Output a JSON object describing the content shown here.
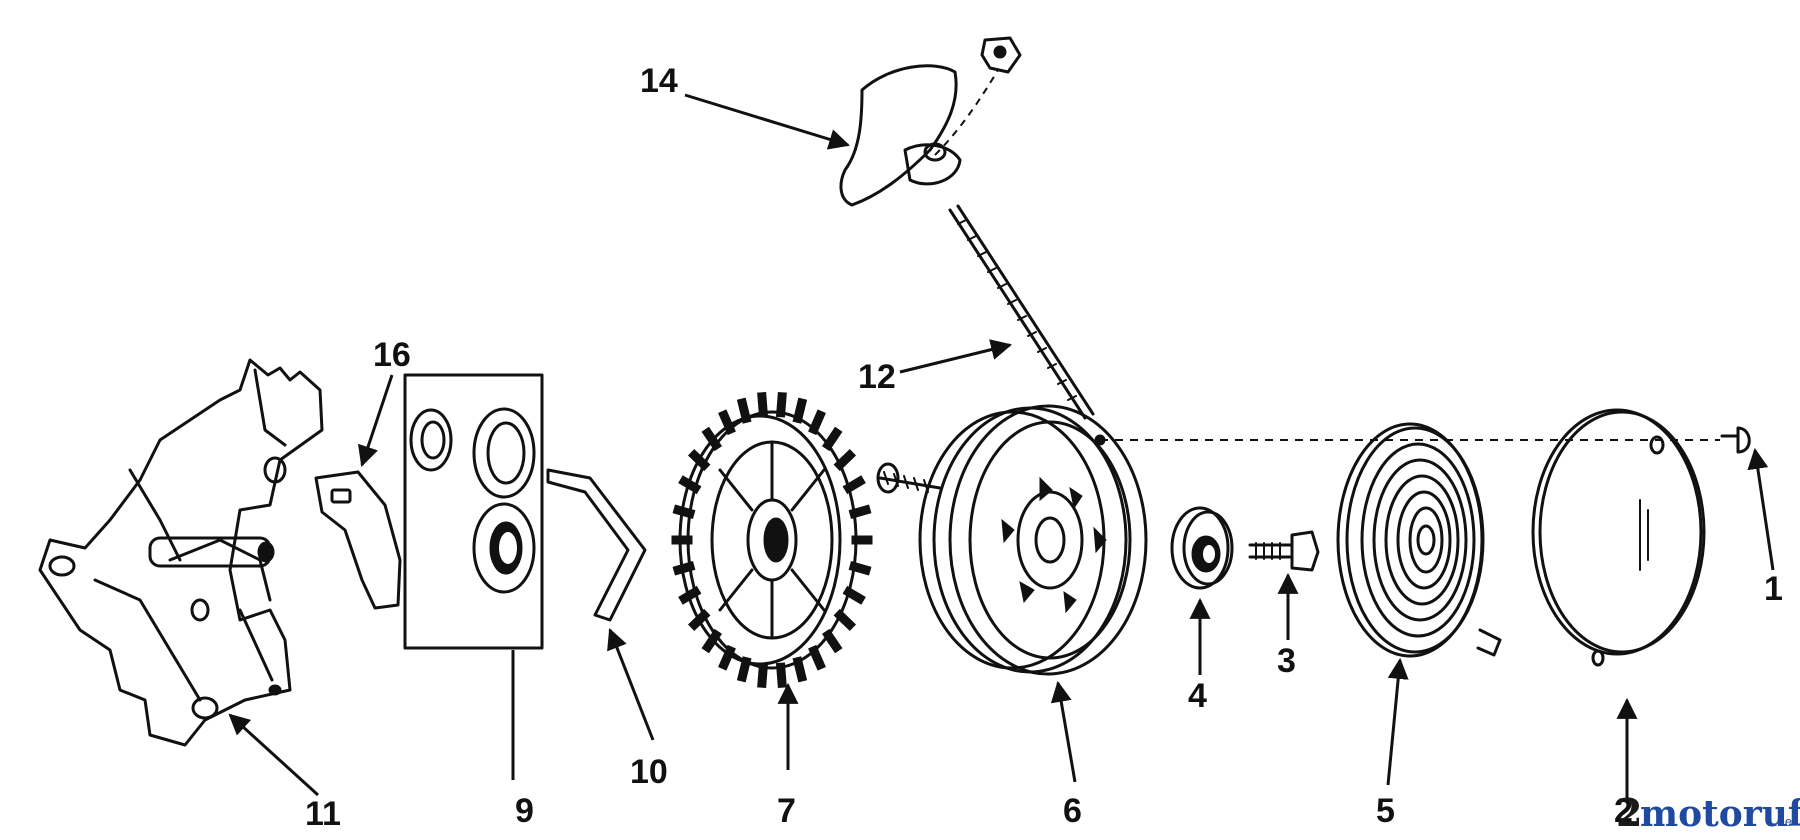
{
  "diagram": {
    "parts": [
      {
        "id": "part-1",
        "callout": "1",
        "icon": "screw-icon"
      },
      {
        "id": "part-2",
        "callout": "2",
        "icon": "cover-plate-icon"
      },
      {
        "id": "part-3",
        "callout": "3",
        "icon": "bolt-icon"
      },
      {
        "id": "part-4",
        "callout": "4",
        "icon": "retainer-cup-icon"
      },
      {
        "id": "part-5",
        "callout": "5",
        "icon": "spiral-spring-icon"
      },
      {
        "id": "part-6",
        "callout": "6",
        "icon": "pulley-icon"
      },
      {
        "id": "part-7",
        "callout": "7",
        "icon": "gear-icon"
      },
      {
        "id": "part-9",
        "callout": "9",
        "icon": "plate-icon"
      },
      {
        "id": "part-10",
        "callout": "10",
        "icon": "wire-clip-icon"
      },
      {
        "id": "part-11",
        "callout": "11",
        "icon": "bracket-icon"
      },
      {
        "id": "part-12",
        "callout": "12",
        "icon": "rope-icon"
      },
      {
        "id": "part-14",
        "callout": "14",
        "icon": "handle-icon"
      },
      {
        "id": "part-16",
        "callout": "16",
        "icon": "pawl-icon"
      }
    ]
  },
  "watermark": {
    "prefix": "2",
    "brand": "motoruf",
    "tld": ".de"
  }
}
